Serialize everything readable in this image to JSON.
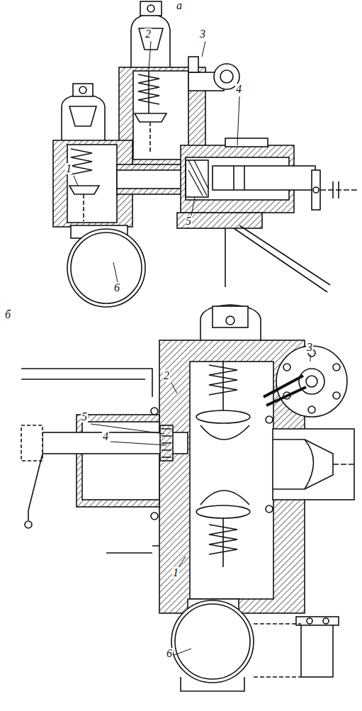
{
  "diagram": {
    "labels": [
      "а",
      "2",
      "3",
      "4",
      "1",
      "5",
      "6",
      "б",
      "3",
      "2",
      "5",
      "4",
      "1",
      "6"
    ]
  }
}
